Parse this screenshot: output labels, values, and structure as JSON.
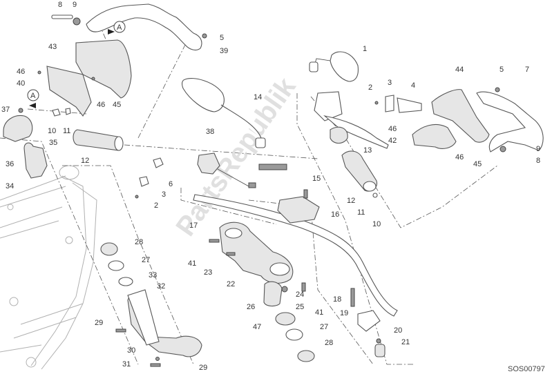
{
  "diagram": {
    "drawing_code": "SOS00797",
    "watermark": "PartsRepublik",
    "reference_marker": "A",
    "callouts": [
      {
        "id": "c8a",
        "text": "8"
      },
      {
        "id": "c9a",
        "text": "9"
      },
      {
        "id": "c5a",
        "text": "5"
      },
      {
        "id": "c39",
        "text": "39"
      },
      {
        "id": "c43",
        "text": "43"
      },
      {
        "id": "c46a",
        "text": "46"
      },
      {
        "id": "c40",
        "text": "40"
      },
      {
        "id": "c46b",
        "text": "46"
      },
      {
        "id": "c45a",
        "text": "45"
      },
      {
        "id": "c37",
        "text": "37"
      },
      {
        "id": "c10a",
        "text": "10"
      },
      {
        "id": "c11a",
        "text": "11"
      },
      {
        "id": "c35",
        "text": "35"
      },
      {
        "id": "c36",
        "text": "36"
      },
      {
        "id": "c12a",
        "text": "12"
      },
      {
        "id": "c34",
        "text": "34"
      },
      {
        "id": "c14",
        "text": "14"
      },
      {
        "id": "c38",
        "text": "38"
      },
      {
        "id": "c6",
        "text": "6"
      },
      {
        "id": "c3a",
        "text": "3"
      },
      {
        "id": "c2a",
        "text": "2"
      },
      {
        "id": "c1",
        "text": "1"
      },
      {
        "id": "c2b",
        "text": "2"
      },
      {
        "id": "c3b",
        "text": "3"
      },
      {
        "id": "c4",
        "text": "4"
      },
      {
        "id": "c44",
        "text": "44"
      },
      {
        "id": "c5b",
        "text": "5"
      },
      {
        "id": "c7",
        "text": "7"
      },
      {
        "id": "c46c",
        "text": "46"
      },
      {
        "id": "c42",
        "text": "42"
      },
      {
        "id": "c46d",
        "text": "46"
      },
      {
        "id": "c45b",
        "text": "45"
      },
      {
        "id": "c9b",
        "text": "9"
      },
      {
        "id": "c8b",
        "text": "8"
      },
      {
        "id": "c13",
        "text": "13"
      },
      {
        "id": "c15",
        "text": "15"
      },
      {
        "id": "c16",
        "text": "16"
      },
      {
        "id": "c12b",
        "text": "12"
      },
      {
        "id": "c11b",
        "text": "11"
      },
      {
        "id": "c10b",
        "text": "10"
      },
      {
        "id": "c17",
        "text": "17"
      },
      {
        "id": "c28a",
        "text": "28"
      },
      {
        "id": "c27a",
        "text": "27"
      },
      {
        "id": "c33",
        "text": "33"
      },
      {
        "id": "c32",
        "text": "32"
      },
      {
        "id": "c29a",
        "text": "29"
      },
      {
        "id": "c30",
        "text": "30"
      },
      {
        "id": "c31",
        "text": "31"
      },
      {
        "id": "c29b",
        "text": "29"
      },
      {
        "id": "c41a",
        "text": "41"
      },
      {
        "id": "c23",
        "text": "23"
      },
      {
        "id": "c22",
        "text": "22"
      },
      {
        "id": "c24",
        "text": "24"
      },
      {
        "id": "c25",
        "text": "25"
      },
      {
        "id": "c26",
        "text": "26"
      },
      {
        "id": "c41b",
        "text": "41"
      },
      {
        "id": "c47",
        "text": "47"
      },
      {
        "id": "c27b",
        "text": "27"
      },
      {
        "id": "c28b",
        "text": "28"
      },
      {
        "id": "c18",
        "text": "18"
      },
      {
        "id": "c19",
        "text": "19"
      },
      {
        "id": "c20",
        "text": "20"
      },
      {
        "id": "c21",
        "text": "21"
      }
    ]
  }
}
